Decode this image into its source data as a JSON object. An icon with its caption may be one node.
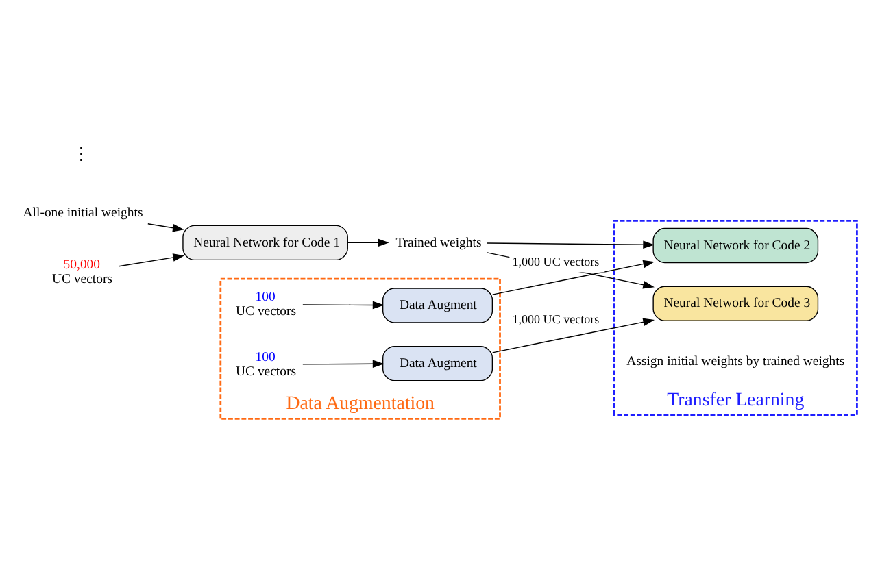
{
  "diagram": {
    "nodes": [
      {
        "text": [
          "All-one initial weights"
        ]
      },
      {
        "text": [
          "50,000",
          "UC vectors"
        ]
      },
      {
        "text": [
          "Neural Network for Code 1"
        ]
      },
      {
        "text": [
          "Trained weights"
        ]
      },
      {
        "text": [
          "Data Augmentation"
        ]
      },
      {
        "text": [
          "100",
          "UC vectors"
        ],
        "in": 4
      },
      {
        "text": [
          "Data Augment"
        ],
        "in": 4
      },
      {
        "text": [
          "100",
          "UC vectors"
        ],
        "in": 4
      },
      {
        "text": [
          "Data Augment"
        ],
        "in": 4
      },
      {
        "text": [
          "Transfer Learning"
        ]
      },
      {
        "text": [
          "Neural Network for Code 2"
        ],
        "in": 9
      },
      {
        "text": [
          "Neural Network for Code 3"
        ],
        "in": 9
      }
    ],
    "edges": [
      {
        "from": 0,
        "to": 2,
        "arrow": "to"
      },
      {
        "from": 1,
        "to": 2,
        "arrow": "to"
      },
      {
        "from": 2,
        "to": 3,
        "arrow": "to"
      },
      {
        "from": 3,
        "to": 10,
        "arrow": "to"
      },
      {
        "from": 3,
        "to": 11,
        "arrow": "to"
      },
      {
        "from": 5,
        "to": 6,
        "arrow": "to"
      },
      {
        "from": 7,
        "to": 8,
        "arrow": "to"
      },
      {
        "from": 6,
        "to": 10,
        "arrow": "to",
        "label": "1,000 UC vectors"
      },
      {
        "from": 8,
        "to": 11,
        "arrow": "to",
        "label": "1,000 UC vectors"
      }
    ],
    "labels": [
      "Assign initial weights by trained weights",
      "⋮"
    ]
  }
}
